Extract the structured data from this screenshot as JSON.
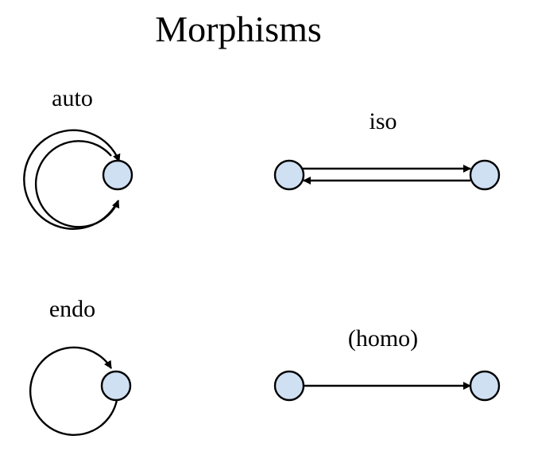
{
  "title": "Morphisms",
  "colors": {
    "node_fill": "#cfe0f3",
    "stroke": "#000000"
  },
  "panels": {
    "auto": {
      "label": "auto"
    },
    "iso": {
      "label": "iso"
    },
    "endo": {
      "label": "endo"
    },
    "homo": {
      "label": "(homo)"
    }
  }
}
